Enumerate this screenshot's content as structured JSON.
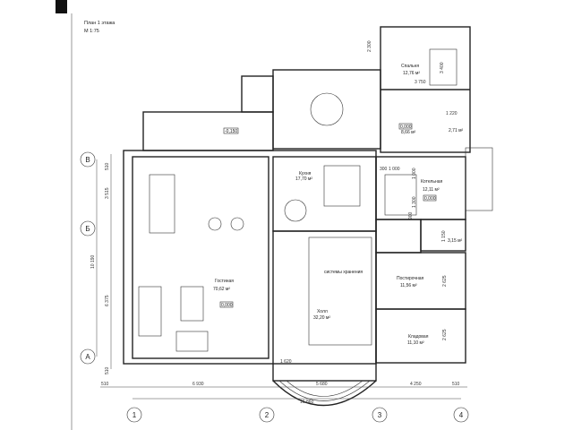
{
  "header": {
    "title": "План 1 этажа",
    "scale": "М 1:75"
  },
  "rooms": {
    "living": {
      "name": "Гостиная",
      "area": "70,62 м²",
      "level": "0,000"
    },
    "kitchen": {
      "name": "Кухня",
      "area": "17,70 м²"
    },
    "hall": {
      "name": "Холл",
      "area": "32,20 м²",
      "storage": "системы хранения"
    },
    "bedroom": {
      "name": "Спальня",
      "area": "12,76 м²"
    },
    "corridor": {
      "area": "8,66 м²",
      "level": "0,000"
    },
    "bath": {
      "area": "2,71 м²"
    },
    "boiler": {
      "name": "Котельная",
      "area": "12,11 м²",
      "level": "0,000"
    },
    "wc": {
      "area": "3,15 м²"
    },
    "laundry": {
      "name": "Постирочная",
      "area": "11,56 м²"
    },
    "pantry": {
      "name": "Кладовая",
      "area": "11,10 м²"
    },
    "terrace": {
      "level": "-0,150"
    }
  },
  "dimensions": {
    "bottom": [
      "510",
      "6 930",
      "5 680",
      "4 250",
      "510"
    ],
    "total_bottom": "16 860",
    "left": [
      "510",
      "3 515",
      "6 375",
      "510"
    ],
    "total_left": "10 190",
    "inner": [
      "2 300",
      "3 400",
      "3 750",
      "1 220",
      "1 000",
      "300",
      "1 000",
      "1 300",
      "900",
      "1 150",
      "2 625",
      "2 625",
      "1 620"
    ]
  },
  "axes": {
    "vertical": [
      "1",
      "2",
      "3",
      "4"
    ],
    "horizontal": [
      "А",
      "Б",
      "В"
    ]
  }
}
